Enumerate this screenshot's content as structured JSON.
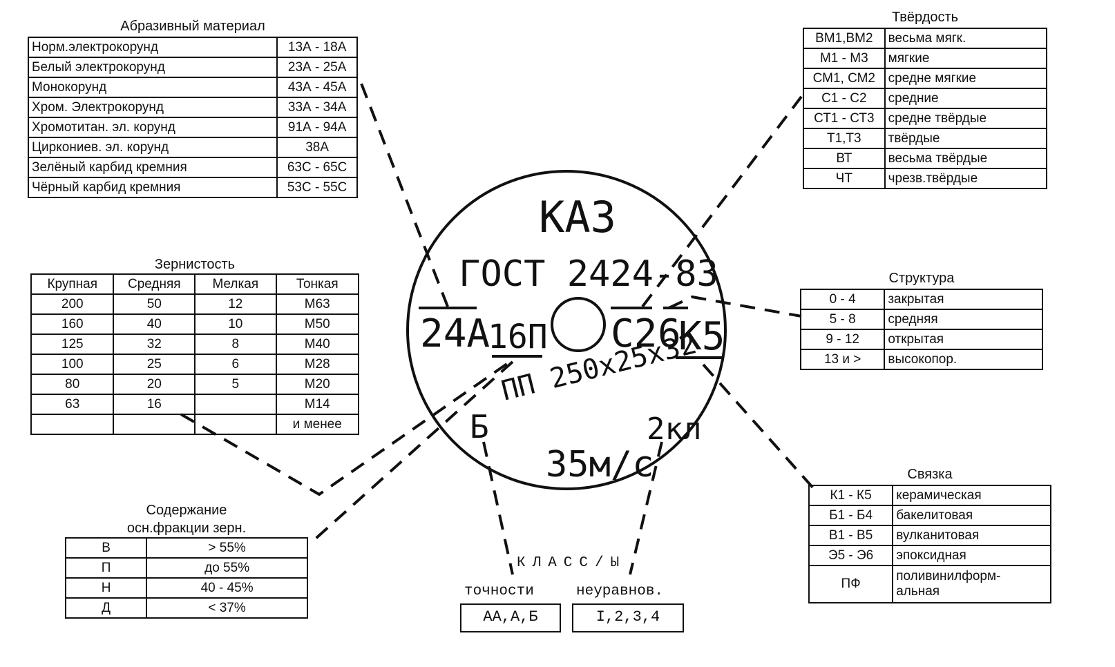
{
  "abrasive": {
    "title": "Абразивный материал",
    "rows": [
      [
        "Норм.электрокорунд",
        "13А - 18А"
      ],
      [
        "Белый электрокорунд",
        "23А - 25А"
      ],
      [
        "Монокорунд",
        "43А - 45А"
      ],
      [
        "Хром. Электрокорунд",
        "33А - 34А"
      ],
      [
        "Хромотитан. эл. корунд",
        "91А - 94А"
      ],
      [
        "Циркониев. эл. корунд",
        "38А"
      ],
      [
        "Зелёный карбид кремния",
        "63С - 65С"
      ],
      [
        "Чёрный карбид кремния",
        "53С - 55С"
      ]
    ]
  },
  "hardness": {
    "title": "Твёрдость",
    "rows": [
      [
        "ВМ1,ВМ2",
        "весьма мягк."
      ],
      [
        "М1 - М3",
        "мягкие"
      ],
      [
        "СМ1, СМ2",
        "средне мягкие"
      ],
      [
        "С1 - С2",
        "средние"
      ],
      [
        "СТ1 - СТ3",
        "средне твёрдые"
      ],
      [
        "Т1,Т3",
        "твёрдые"
      ],
      [
        "ВТ",
        "весьма твёрдые"
      ],
      [
        "ЧТ",
        "чрезв.твёрдые"
      ]
    ]
  },
  "grain": {
    "title": "Зернистость",
    "headers": [
      "Крупная",
      "Средняя",
      "Мелкая",
      "Тонкая"
    ],
    "rows": [
      [
        "200",
        "50",
        "12",
        "М63"
      ],
      [
        "160",
        "40",
        "10",
        "М50"
      ],
      [
        "125",
        "32",
        "8",
        "М40"
      ],
      [
        "100",
        "25",
        "6",
        "М28"
      ],
      [
        "80",
        "20",
        "5",
        "М20"
      ],
      [
        "63",
        "16",
        "",
        "М14"
      ],
      [
        "",
        "",
        "",
        "и менее"
      ]
    ]
  },
  "structure": {
    "title": "Структура",
    "rows": [
      [
        "0 - 4",
        "закрытая"
      ],
      [
        "5 - 8",
        "средняя"
      ],
      [
        "9 - 12",
        "открытая"
      ],
      [
        "13 и >",
        "высокопор."
      ]
    ]
  },
  "bond": {
    "title": "Связка",
    "rows": [
      [
        "К1 - К5",
        "керамическая"
      ],
      [
        "Б1 - Б4",
        "бакелитовая"
      ],
      [
        "В1 - В5",
        "вулканитовая"
      ],
      [
        "Э5 - Э6",
        "эпоксидная"
      ],
      [
        "ПФ",
        "поливинилформ-\nальная"
      ]
    ]
  },
  "content": {
    "title_line1": "Содержание",
    "title_line2": "осн.фракции зерн.",
    "rows": [
      [
        "В",
        "> 55%"
      ],
      [
        "П",
        "до 55%"
      ],
      [
        "Н",
        "40 - 45%"
      ],
      [
        "Д",
        "< 37%"
      ]
    ]
  },
  "wheel": {
    "maker": "КАЗ",
    "standard": "ГОСТ  2424-83",
    "abrasive_code": "24А",
    "grain_code": "16П",
    "hardness_code": "С2",
    "structure_code": "6",
    "bond_code": "К5",
    "shape_size": "ПП 250х25х32",
    "class_code": "2кл",
    "speed": "35м/с",
    "accuracy_letter": "Б"
  },
  "klass": {
    "title": "КЛАСС/Ы",
    "accuracy_label": "точности",
    "accuracy_values": "АА,А,Б",
    "imbalance_label": "неуравнов.",
    "imbalance_values": "I,2,3,4"
  }
}
